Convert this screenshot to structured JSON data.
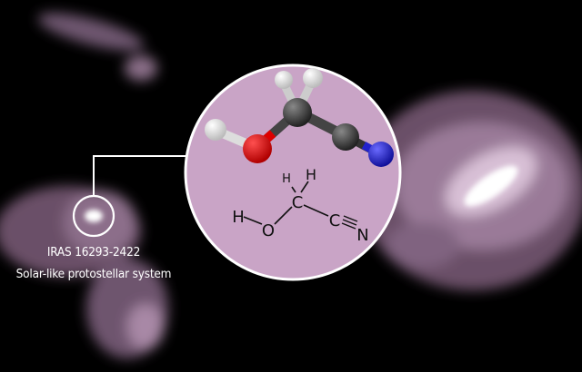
{
  "source": {
    "name": "IRAS 16293-2422",
    "description": "Solar-like protostellar system"
  },
  "molecule": {
    "structural_formula": {
      "atoms": [
        "H",
        "H",
        "C",
        "H",
        "O",
        "C",
        "N"
      ]
    },
    "ball_colors": {
      "hydrogen": "#f2f2f2",
      "carbon": "#404040",
      "oxygen": "#e00010",
      "nitrogen": "#2020e0"
    }
  },
  "colors": {
    "inset_background": "#c9a4c6",
    "nebula": "#b58fb0",
    "highlight": "#ffffff"
  }
}
